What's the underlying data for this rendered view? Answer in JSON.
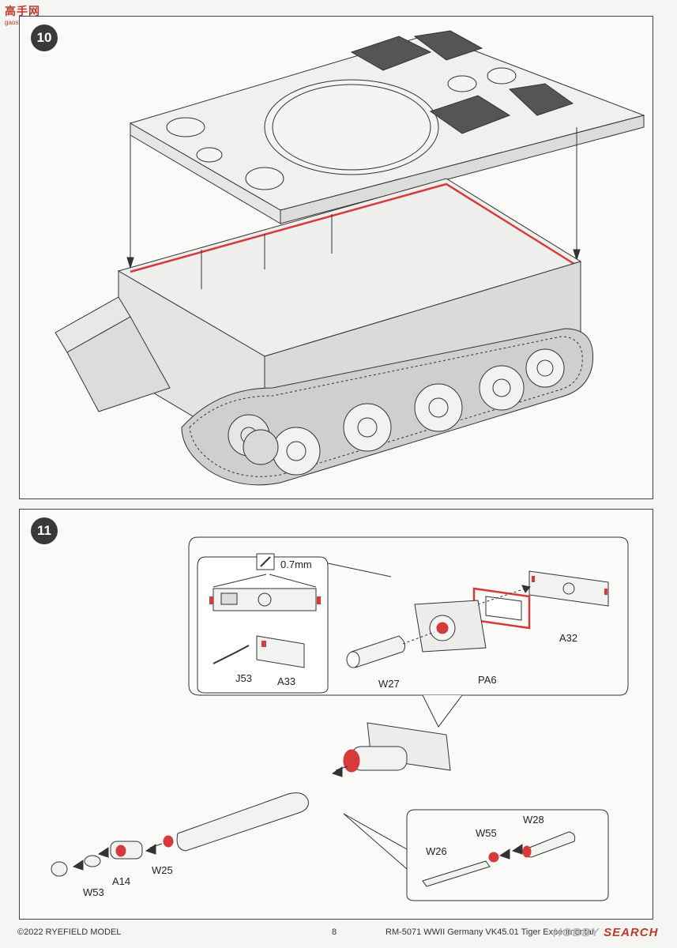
{
  "watermark_top": {
    "text": "高手网",
    "subtext": "gaoshou.com"
  },
  "step10": {
    "number": "10"
  },
  "step11": {
    "number": "11",
    "callout_glue": {
      "thickness": "0.7mm"
    },
    "labels": {
      "J53": "J53",
      "A33": "A33",
      "A32": "A32",
      "W27": "W27",
      "PA6": "PA6",
      "W26": "W26",
      "W55": "W55",
      "W28": "W28",
      "W25": "W25",
      "A14": "A14",
      "W53": "W53"
    }
  },
  "footer": {
    "copyright": "©2022 RYEFIELD MODEL",
    "page": "8",
    "product": "RM-5071 WWII Germany VK45.01 Tiger Experimental"
  },
  "watermark_bottom": {
    "text_a": "HOBBY ",
    "text_b": "SEARCH"
  },
  "colors": {
    "highlight": "#d63a3a",
    "line": "#333333",
    "panel_border": "#444444"
  }
}
